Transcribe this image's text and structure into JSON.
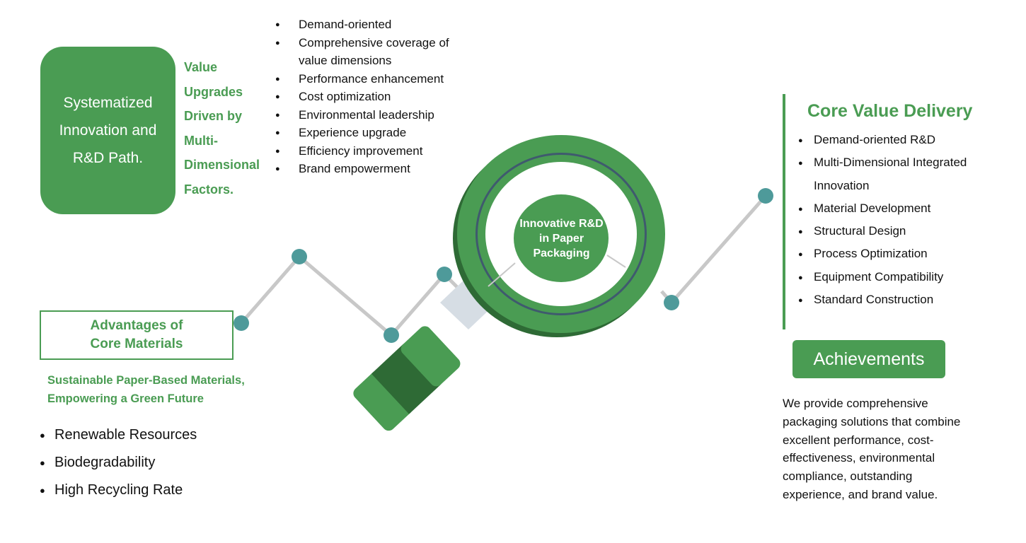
{
  "left_box": {
    "title": "Systematized Innovation and R&D Path."
  },
  "value_upgrades": {
    "text": "Value Upgrades Driven by Multi-Dimensional Factors."
  },
  "value_dimensions": {
    "items": [
      "Demand-oriented",
      "Comprehensive coverage of value dimensions",
      "Performance enhancement",
      "Cost optimization",
      "Environmental leadership",
      "Experience upgrade",
      "Efficiency improvement",
      "Brand empowerment"
    ]
  },
  "core_materials": {
    "title": "Advantages of Core Materials",
    "subtitle": "Sustainable Paper-Based Materials, Empowering a Green Future",
    "items": [
      "Renewable Resources",
      "Biodegradability",
      "High Recycling Rate"
    ]
  },
  "center": {
    "label": "Innovative R&D in Paper Packaging"
  },
  "core_value": {
    "title": "Core Value Delivery",
    "items": [
      "Demand-oriented R&D",
      "Multi-Dimensional Integrated Innovation",
      "Material Development",
      "Structural Design",
      "Process Optimization",
      "Equipment Compatibility",
      "Standard Construction"
    ]
  },
  "achievements": {
    "label": "Achievements",
    "text": "We provide comprehensive packaging solutions that combine excellent performance, cost-effectiveness, environmental compliance, outstanding experience, and brand value."
  },
  "colors": {
    "green": "#4a9c53",
    "dark_green": "#2e6a35",
    "teal_node": "#4e9a9a",
    "line_gray": "#c8c8c8",
    "handle_gray": "#d6dde4"
  },
  "icons": {
    "magnifier": "magnifying-glass-icon"
  }
}
